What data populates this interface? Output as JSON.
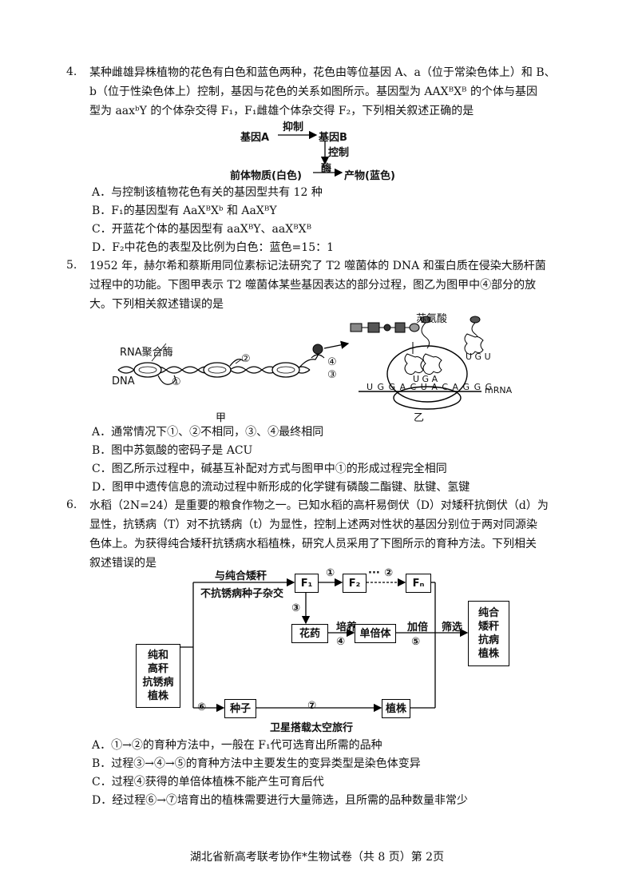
{
  "q4": {
    "num": "4.",
    "lines": [
      "某种雌雄异株植物的花色有白色和蓝色两种，花色由等位基因 A、a（位于常染色体上）和 B、",
      "b（位于性染色体上）控制，基因与花色的关系如图所示。基因型为 AAXᴮXᴮ 的个体与基因",
      "型为 aaxᵇY 的个体杂交得 F₁，F₁雌雄个体杂交得 F₂，下列相关叙述正确的是"
    ],
    "diagram": {
      "gene_a": "基因A",
      "inhibit": "抑制",
      "gene_b": "基因B",
      "control": "控制",
      "enzyme": "酶",
      "precursor": "前体物质(白色)",
      "product": "产物(蓝色)"
    },
    "options": [
      "A．与控制该植物花色有关的基因型共有 12 种",
      "B．F₁的基因型有 AaXᴮXᵇ 和 AaXᴮY",
      "C．开蓝花个体的基因型有 aaXᴮY、aaXᴮXᴮ",
      "D．F₂中花色的表型及比例为白色：蓝色=15：1"
    ]
  },
  "q5": {
    "num": "5.",
    "lines": [
      "1952 年，赫尔希和蔡斯用同位素标记法研究了 T2 噬菌体的 DNA 和蛋白质在侵染大肠杆菌",
      "过程中的功能。下图甲表示 T2 噬菌体某些基因表达的部分过程，图乙为图甲中④部分的放",
      "大。下列相关叙述错误的是"
    ],
    "fig_jia": {
      "rna_pol": "RNA聚合酶",
      "dna": "DNA",
      "m1": "①",
      "m2": "②",
      "m3": "③",
      "m4": "④",
      "caption": "甲"
    },
    "fig_yi": {
      "thr": "苏氨酸",
      "anticodon1": "U G A",
      "anticodon2": "U G U",
      "mrna_seq": "U G G A C U A C A G G G",
      "mrna": "mRNA",
      "caption": "乙"
    },
    "options": [
      "A．通常情况下①、②不相同，③、④最终相同",
      "B．图中苏氨酸的密码子是 ACU",
      "C．图乙所示过程中，碱基互补配对方式与图甲中①的形成过程完全相同",
      "D．图甲中遗传信息的流动过程中新形成的化学键有磷酸二酯键、肽键、氢键"
    ]
  },
  "q6": {
    "num": "6.",
    "lines": [
      "水稻（2N=24）是重要的粮食作物之一。已知水稻的高杆易倒伏（D）对矮秆抗倒伏（d）为",
      "显性，抗锈病（T）对不抗锈病（t）为显性，控制上述两对性状的基因分别位于两对同源染",
      "色体上。为获得纯合矮秆抗锈病水稻植株，研究人员采用了下图所示的育种方法。下列相关",
      "叙述错误的是"
    ],
    "diagram": {
      "cross_line1": "与纯合矮秆",
      "cross_line2": "不抗锈病种子杂交",
      "f1": "F₁",
      "f2": "F₂",
      "fn": "Fₙ",
      "c1": "①",
      "c2": "②",
      "c3": "③",
      "c4": "④",
      "c5": "⑤",
      "c6": "⑥",
      "c7": "⑦",
      "dots": "···",
      "anther": "花药",
      "culture": "培养",
      "haploid": "单倍体",
      "double": "加倍",
      "screen": "筛选",
      "source": [
        "纯和",
        "高秆",
        "抗锈病",
        "植株"
      ],
      "target": [
        "纯合",
        "矮秆",
        "抗病",
        "植株"
      ],
      "seed": "种子",
      "plant": "植株",
      "space": "卫星搭载太空旅行"
    },
    "options": [
      "A．①→②的育种方法中，一般在 F₁代可选育出所需的品种",
      "B．过程③→④→⑤的育种方法中主要发生的变异类型是染色体变异",
      "C．过程④获得的单倍体植株不能产生可育后代",
      "D．经过程⑥→⑦培育出的植株需要进行大量筛选，且所需的品种数量非常少"
    ]
  },
  "footer": "湖北省新高考联考协作*生物试卷（共 8 页）第 2页"
}
